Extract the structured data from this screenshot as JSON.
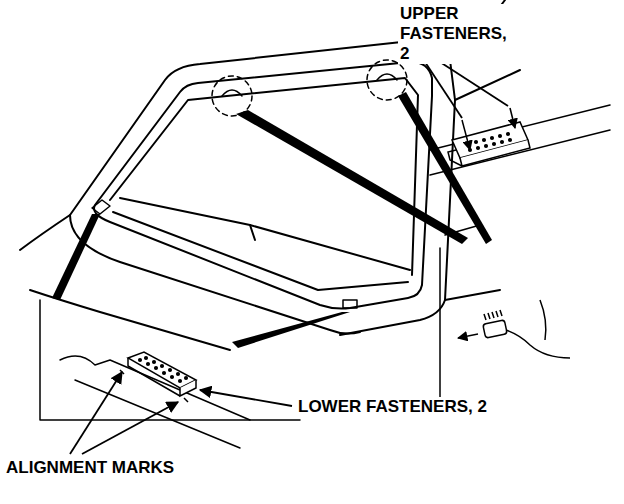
{
  "diagram": {
    "labels": [
      "UPPER FASTENERS, 2",
      "LOWER FASTENERS, 2",
      "ALIGNMENT MARKS"
    ]
  }
}
